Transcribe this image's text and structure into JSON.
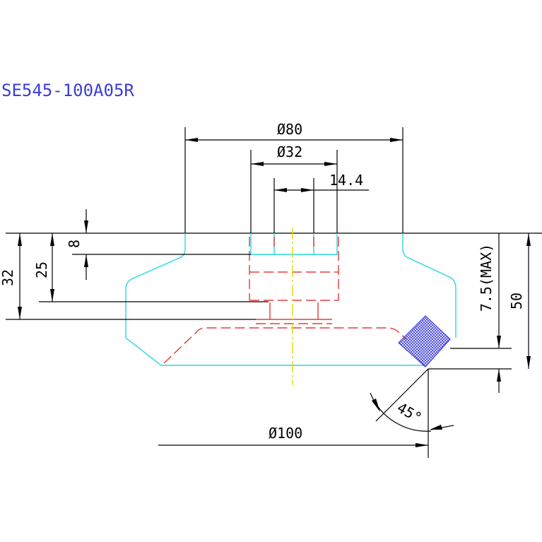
{
  "title": "SE545-100A05R",
  "colors": {
    "title": "#3c3cd8",
    "outline": "#22d8e8",
    "hidden": "#e01818",
    "center": "#e8d400",
    "seal": "#3838d8"
  },
  "dimensions": {
    "dia80": "Ø80",
    "dia32": "Ø32",
    "w14_4": "14.4",
    "h8": "8",
    "h25": "25",
    "h32": "32",
    "max7_5": "7.5(MAX)",
    "h50": "50",
    "angle45": "45°",
    "dia100": "Ø100"
  }
}
